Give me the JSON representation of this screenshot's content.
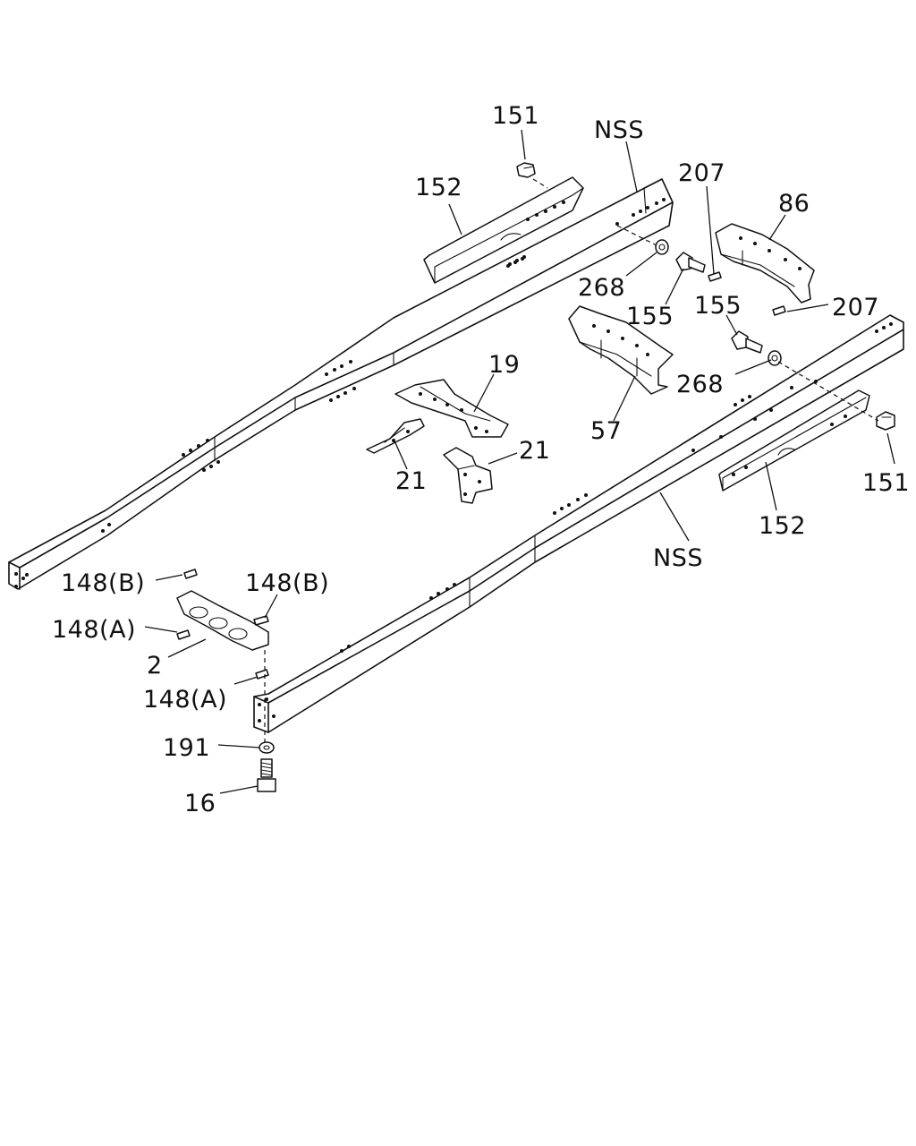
{
  "callouts": {
    "c151_top": "151",
    "nss_top": "NSS",
    "c152_top": "152",
    "c207_top": "207",
    "c86": "86",
    "c268_top": "268",
    "c155_top": "155",
    "c155_mid": "155",
    "c207_right": "207",
    "c19": "19",
    "c268_right": "268",
    "c57": "57",
    "c21_right": "21",
    "c21_left": "21",
    "c151_right": "151",
    "c152_right": "152",
    "nss_bottom": "NSS",
    "c148b_left": "148(B)",
    "c148b_right": "148(B)",
    "c148a_top": "148(A)",
    "c2": "2",
    "c148a_bottom": "148(A)",
    "c191": "191",
    "c16": "16"
  }
}
